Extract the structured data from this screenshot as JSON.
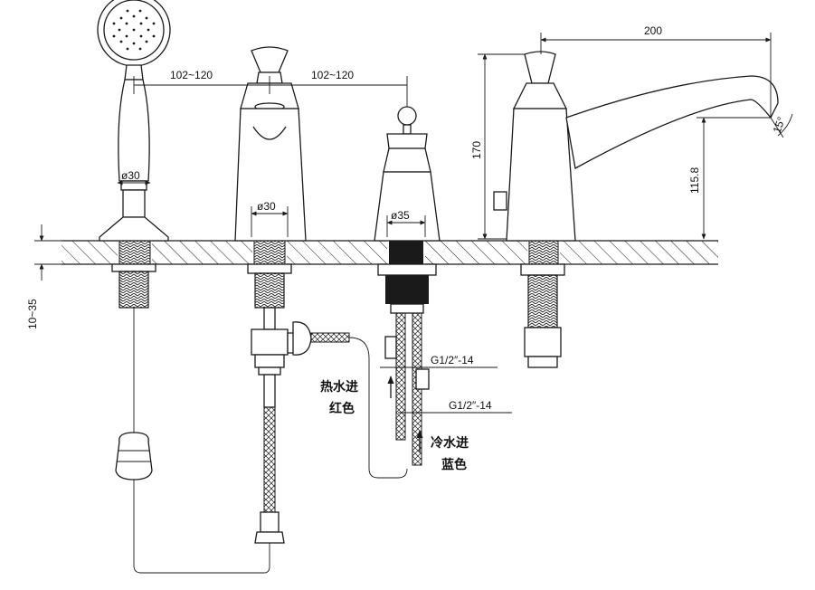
{
  "dimensions": {
    "handshower_to_basin_spacing": "102~120",
    "basin_to_valve_spacing": "102~120",
    "handshower_diameter": "ø30",
    "basin_diameter": "ø30",
    "valve_diameter": "ø35",
    "spout_reach": "200",
    "spout_height": "170",
    "outlet_height": "115.8",
    "spout_angle": "15°",
    "deck_thickness": "10~35",
    "thread_upper": "G1/2″-14",
    "thread_lower": "G1/2″-14"
  },
  "labels": {
    "hot_inlet": "热水进",
    "hot_color": "红色",
    "cold_inlet": "冷水进",
    "cold_color": "蓝色"
  },
  "colors": {
    "line": "#1a1a1a",
    "background": "#ffffff"
  }
}
